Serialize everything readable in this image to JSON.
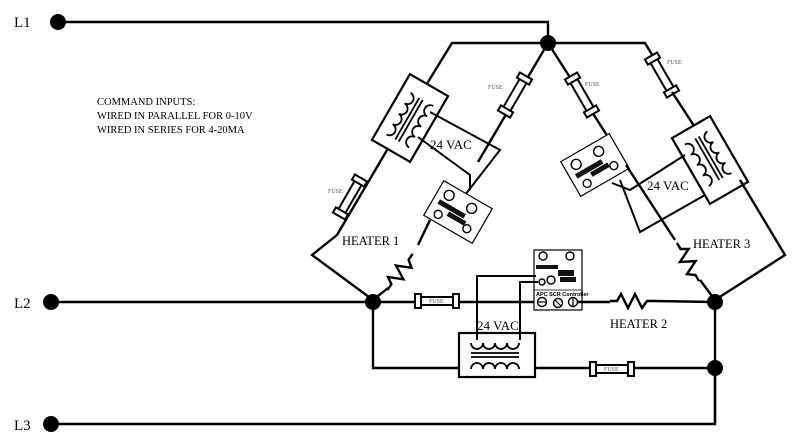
{
  "lines": {
    "l1": "L1",
    "l2": "L2",
    "l3": "L3"
  },
  "note": {
    "title": "COMMAND INPUTS:",
    "line1": "WIRED IN PARALLEL FOR 0-10V",
    "line2": "WIRED IN SERIES FOR 4-20MA"
  },
  "heaters": {
    "h1": "HEATER 1",
    "h2": "HEATER 2",
    "h3": "HEATER 3"
  },
  "transformers": {
    "t1": "24 VAC",
    "t2": "24 VAC",
    "t3": "24 VAC"
  },
  "fuse_label": "FUSE",
  "controller_label": "APC SCR Controller"
}
